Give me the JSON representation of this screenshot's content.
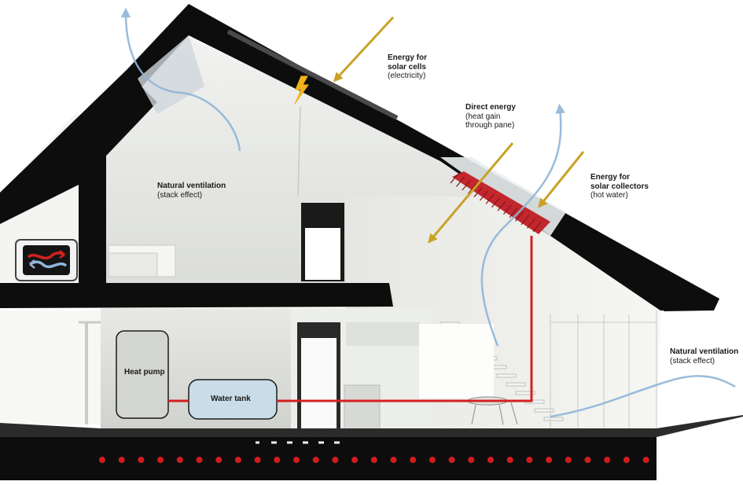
{
  "labels": {
    "solar_cells": {
      "title1": "Energy for",
      "title2": "solar cells",
      "sub1": "(electricity)"
    },
    "direct_energy": {
      "title1": "Direct energy",
      "sub1": "(heat gain",
      "sub2": "through pane)"
    },
    "solar_collectors": {
      "title1": "Energy for",
      "title2": "solar collectors",
      "sub1": "(hot water)"
    },
    "ventilation_upper": {
      "title1": "Natural ventilation",
      "sub1": "(stack effect)"
    },
    "ventilation_right": {
      "title1": "Natural ventilation",
      "sub1": "(stack effect)"
    },
    "heat_pump": "Heat pump",
    "water_tank": "Water tank"
  },
  "icons": [
    "lightning-bolt-icon",
    "heat-exchanger-icon",
    "solar-ray-arrow-icon",
    "airflow-arrow-icon"
  ],
  "colors": {
    "roof": "#0d0d0d",
    "interior": "#e4e6e2",
    "hot_water_pipe": "#d42020",
    "solar_ray": "#c9a227",
    "airflow": "#8fb5d8",
    "ground_dots": "#d21c1c"
  }
}
